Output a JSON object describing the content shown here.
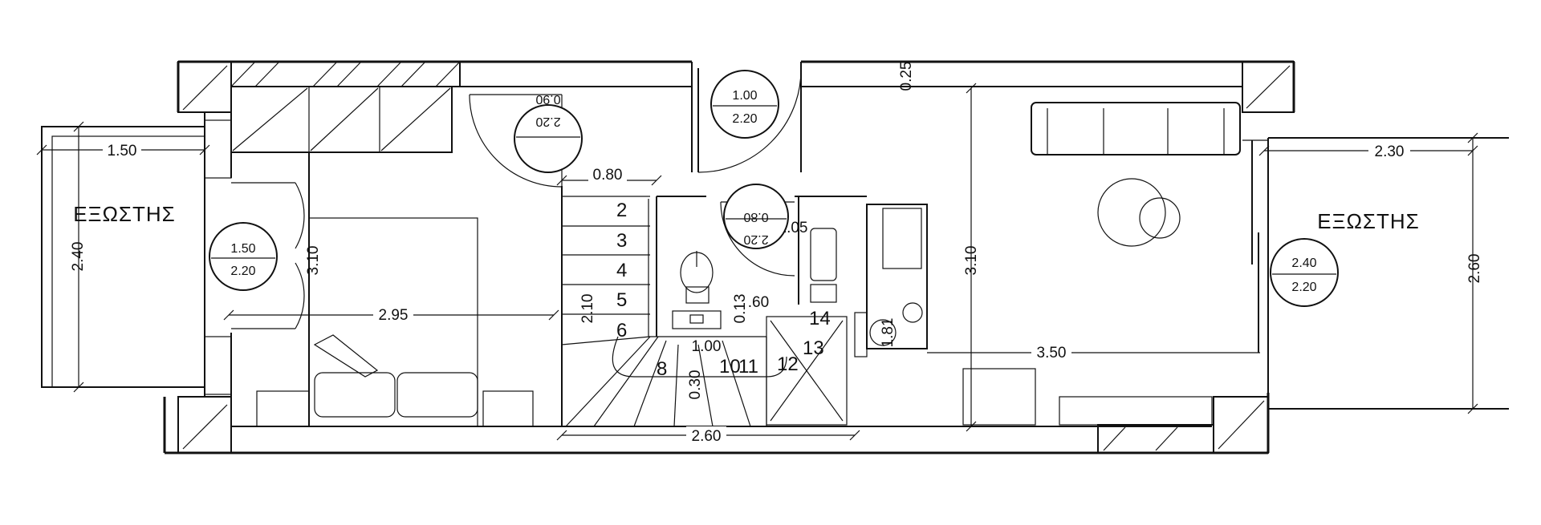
{
  "balconies": {
    "left": {
      "label": "ΕΞΩΣΤΗΣ",
      "width": "1.50",
      "depth": "2.40"
    },
    "right": {
      "label": "ΕΞΩΣΤΗΣ",
      "width": "2.30",
      "depth": "2.60"
    }
  },
  "door_tags": [
    {
      "id": "left-balcony-door",
      "width": "1.50",
      "height": "2.20"
    },
    {
      "id": "bedroom-door",
      "width": "0.90",
      "height": "2.20"
    },
    {
      "id": "entrance-door",
      "width": "1.00",
      "height": "2.20"
    },
    {
      "id": "bath-door",
      "width": "0.80",
      "height": "2.20"
    },
    {
      "id": "right-balcony-door",
      "width": "2.40",
      "height": "2.20"
    }
  ],
  "dimensions": {
    "bedroom_width": "2.95",
    "bedroom_depth": "3.10",
    "stair_width": "2.60",
    "stair_landing": "0.80",
    "stair_height": "2.10",
    "stair_bottom": "1.00",
    "stair_small": "0.30",
    "bath_width": "1.05",
    "bath_a": ".60",
    "bath_b": "0.13",
    "kitchen_a": "1.81",
    "living_width": "3.50",
    "living_depth": "3.10",
    "wall_top": "0.25"
  },
  "stairs": {
    "steps": [
      "2",
      "3",
      "4",
      "5",
      "6",
      "8",
      "10",
      "11",
      "12",
      "13",
      "14"
    ]
  }
}
